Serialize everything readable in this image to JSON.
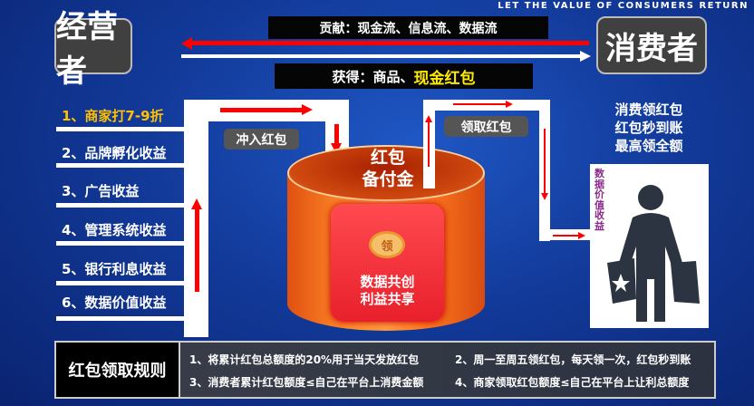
{
  "tagline": "LET THE VALUE OF CONSUMERS RETURN",
  "merchant": "经营者",
  "consumer": "消费者",
  "contribute_label": "贡献：现金流、信息流、数据流",
  "obtain_prefix": "获得：商品、",
  "obtain_highlight": "现金红包",
  "revenue_items": [
    "1、商家打7-9折",
    "2、品牌孵化收益",
    "3、广告收益",
    "4、管理系统收益",
    "5、银行利息收益",
    "6、数据价值收益"
  ],
  "deposit_label": "冲入红包",
  "claim_label": "领取红包",
  "pool_title_1": "红包",
  "pool_title_2": "备付金",
  "coin_text": "领",
  "envelope_line_1": "数据共创",
  "envelope_line_2": "利益共享",
  "consumer_benefits": [
    "消费领红包",
    "红包秒到账",
    "最高领全额"
  ],
  "data_value_vertical": "数据价值收益",
  "rules": {
    "title": "红包领取规则",
    "items": [
      "1、将累计红包总额度的20%用于当天发放红包",
      "2、周一至周五领红包，每天领一次，红包秒到账",
      "3、消费者累计红包额度≤自己在平台上消费金额",
      "4、商家领取红包额度≤自己在平台上让利总额度"
    ]
  },
  "colors": {
    "arrow": "#ff0000",
    "highlight": "#ffea00",
    "first_item": "#ffc000"
  }
}
